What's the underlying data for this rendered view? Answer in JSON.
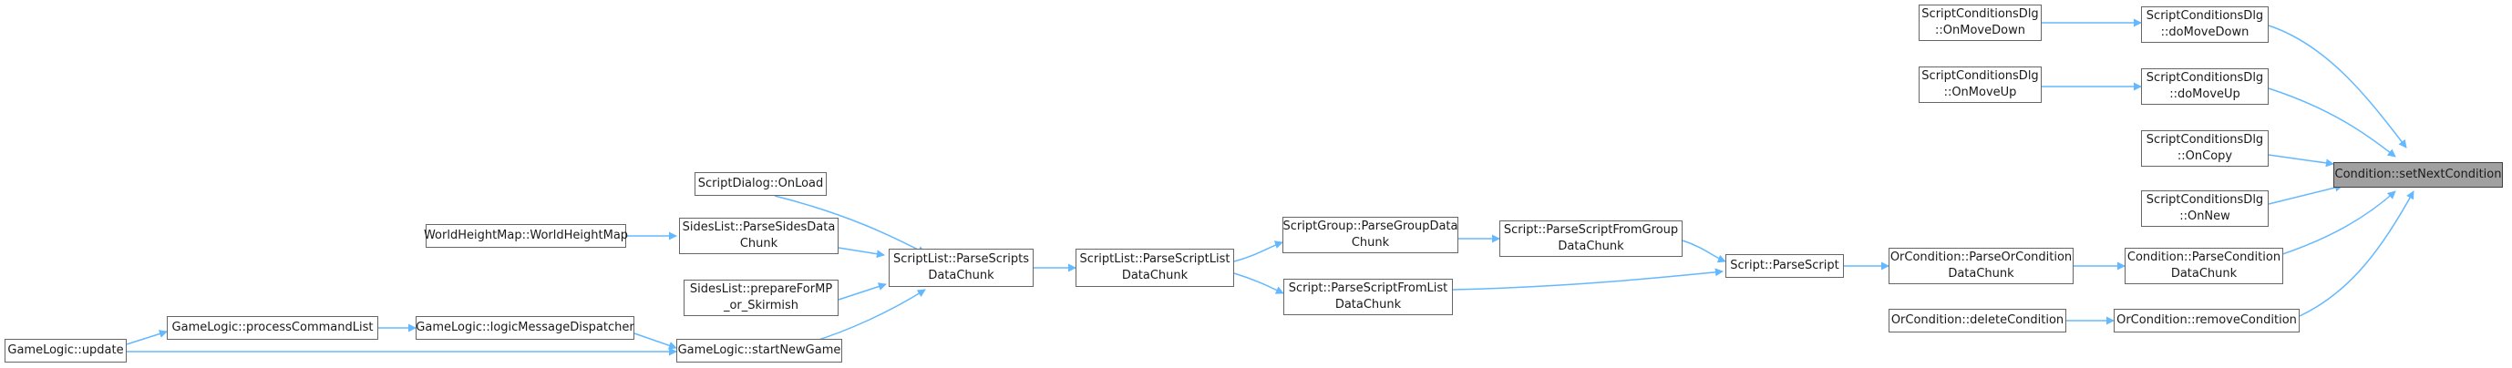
{
  "colors": {
    "edge": "#63b8ff",
    "node_border": "#666666",
    "root_fill": "#a0a0a0"
  },
  "nodes": {
    "setnext": {
      "lines": [
        "Condition::setNextCondition"
      ]
    },
    "domovedown": {
      "lines": [
        "ScriptConditionsDlg",
        "::doMoveDown"
      ]
    },
    "domoveup": {
      "lines": [
        "ScriptConditionsDlg",
        "::doMoveUp"
      ]
    },
    "oncopy": {
      "lines": [
        "ScriptConditionsDlg",
        "::OnCopy"
      ]
    },
    "onnew": {
      "lines": [
        "ScriptConditionsDlg",
        "::OnNew"
      ]
    },
    "parsecond": {
      "lines": [
        "Condition::ParseCondition",
        "DataChunk"
      ]
    },
    "removecond": {
      "lines": [
        "OrCondition::removeCondition"
      ]
    },
    "onmovedown": {
      "lines": [
        "ScriptConditionsDlg",
        "::OnMoveDown"
      ]
    },
    "onmoveup": {
      "lines": [
        "ScriptConditionsDlg",
        "::OnMoveUp"
      ]
    },
    "orparse": {
      "lines": [
        "OrCondition::ParseOrCondition",
        "DataChunk"
      ]
    },
    "deletecond": {
      "lines": [
        "OrCondition::deleteCondition"
      ]
    },
    "parsescript": {
      "lines": [
        "Script::ParseScript"
      ]
    },
    "fromgroup": {
      "lines": [
        "Script::ParseScriptFromGroup",
        "DataChunk"
      ]
    },
    "fromlist": {
      "lines": [
        "Script::ParseScriptFromList",
        "DataChunk"
      ]
    },
    "groupparse": {
      "lines": [
        "ScriptGroup::ParseGroupData",
        "Chunk"
      ]
    },
    "scriptlistparse": {
      "lines": [
        "ScriptList::ParseScriptList",
        "DataChunk"
      ]
    },
    "parsescripts": {
      "lines": [
        "ScriptList::ParseScripts",
        "DataChunk"
      ]
    },
    "onload": {
      "lines": [
        "ScriptDialog::OnLoad"
      ]
    },
    "sidesparse": {
      "lines": [
        "SidesList::ParseSidesData",
        "Chunk"
      ]
    },
    "prepare": {
      "lines": [
        "SidesList::prepareForMP",
        "_or_Skirmish"
      ]
    },
    "startnew": {
      "lines": [
        "GameLogic::startNewGame"
      ]
    },
    "worldheight": {
      "lines": [
        "WorldHeightMap::WorldHeightMap"
      ]
    },
    "logicmsg": {
      "lines": [
        "GameLogic::logicMessageDispatcher"
      ]
    },
    "processcmd": {
      "lines": [
        "GameLogic::processCommandList"
      ]
    },
    "update": {
      "lines": [
        "GameLogic::update"
      ]
    }
  }
}
